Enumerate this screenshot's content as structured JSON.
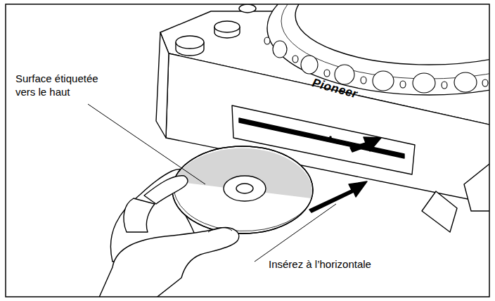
{
  "diagram": {
    "labels": [
      "Surface étiquetée vers le haut",
      "Insérez à l’horizontale",
      "Pioneer"
    ]
  }
}
